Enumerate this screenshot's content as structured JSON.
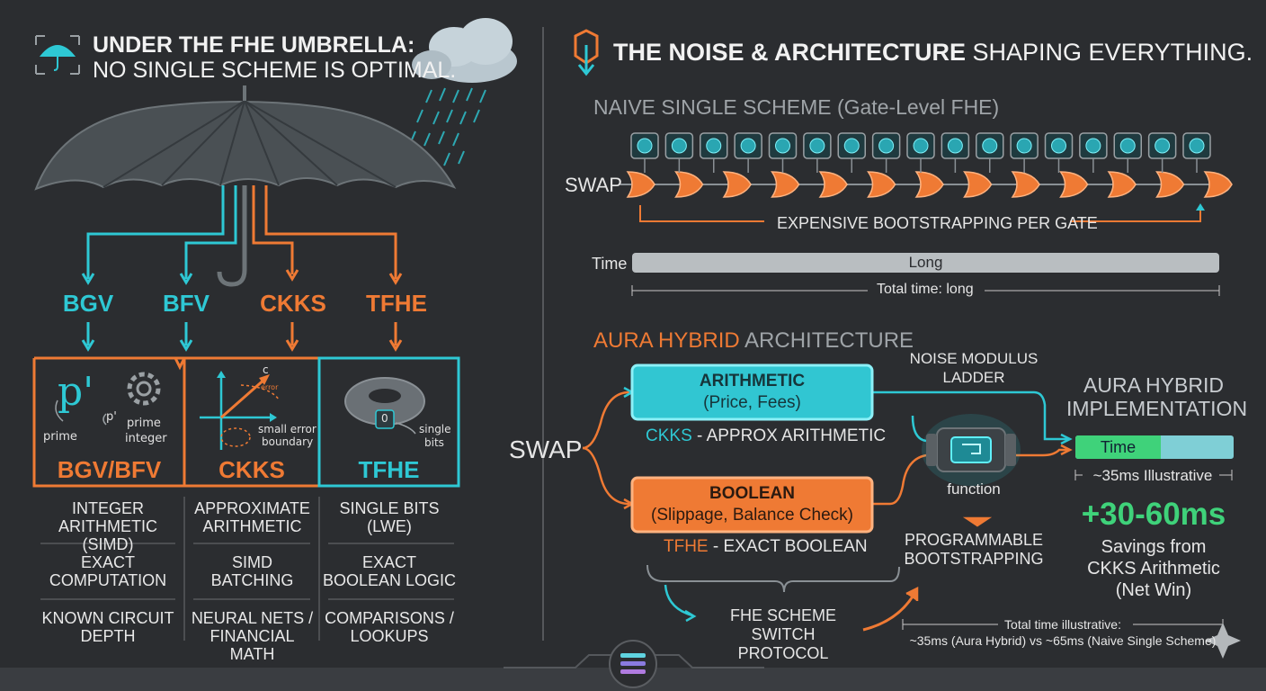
{
  "left": {
    "title_line1": "UNDER THE FHE UMBRELLA:",
    "title_line2": "NO SINGLE SCHEME IS OPTIMAL.",
    "schemes": [
      {
        "name": "BGV",
        "color": "#2ec8d4"
      },
      {
        "name": "BFV",
        "color": "#2ec8d4"
      },
      {
        "name": "CKKS",
        "color": "#ef7a34"
      },
      {
        "name": "TFHE",
        "color": "#ef7a34"
      }
    ],
    "cards": [
      {
        "name": "BGV/BFV",
        "labels": [
          "prime",
          "p'",
          "prime",
          "integer"
        ],
        "glyph": "p'"
      },
      {
        "name": "CKKS",
        "labels": [
          "c",
          "error",
          "small error",
          "boundary"
        ]
      },
      {
        "name": "TFHE",
        "labels": [
          "0",
          "single",
          "bits"
        ]
      }
    ],
    "columns": [
      {
        "rows": [
          [
            "INTEGER ARITHMETIC",
            "(SIMD)"
          ],
          [
            "EXACT",
            "COMPUTATION"
          ],
          [
            "KNOWN CIRCUIT",
            "DEPTH"
          ]
        ]
      },
      {
        "rows": [
          [
            "APPROXIMATE",
            "ARITHMETIC"
          ],
          [
            "SIMD",
            "BATCHING"
          ],
          [
            "NEURAL NETS /",
            "FINANCIAL MATH"
          ]
        ]
      },
      {
        "rows": [
          [
            "SINGLE BITS",
            "(LWE)"
          ],
          [
            "EXACT",
            "BOOLEAN LOGIC"
          ],
          [
            "COMPARISONS /",
            "LOOKUPS"
          ]
        ]
      }
    ]
  },
  "right": {
    "title_bold": "THE NOISE & ARCHITECTURE",
    "title_rest": " SHAPING EVERYTHING.",
    "naive": {
      "heading": "NAIVE SINGLE SCHEME (Gate-Level FHE)",
      "swap": "SWAP",
      "gate_count": 13,
      "chip_count": 17,
      "bootstrap_label": "EXPENSIVE BOOTSTRAPPING PER GATE",
      "time_label": "Time",
      "bar_label": "Long",
      "total": "Total time: long"
    },
    "hybrid": {
      "heading_accent": "AURA HYBRID",
      "heading_rest": " ARCHITECTURE",
      "swap": "SWAP",
      "arith_title": "ARITHMETIC",
      "arith_sub": "(Price, Fees)",
      "arith_caption_accent": "CKKS",
      "arith_caption_rest": " - APPROX ARITHMETIC",
      "bool_title": "BOOLEAN",
      "bool_sub": "(Slippage, Balance Check)",
      "bool_caption_accent": "TFHE",
      "bool_caption_rest": " - EXACT BOOLEAN",
      "ladder_line1": "NOISE MODULUS",
      "ladder_line2": "LADDER",
      "function_label": "function",
      "pbs_line1": "PROGRAMMABLE",
      "pbs_line2": "BOOTSTRAPPING",
      "switch_line1": "FHE SCHEME SWITCH",
      "switch_line2": "PROTOCOL",
      "impl_line1": "AURA HYBRID",
      "impl_line2": "IMPLEMENTATION",
      "impl_bar_label": "Time",
      "impl_bar_fraction": 0.54,
      "illustrative": "~35ms Illustrative",
      "savings_big": "+30-60ms",
      "savings_line1": "Savings from",
      "savings_line2": "CKKS Arithmetic",
      "savings_line3": "(Net Win)",
      "total_line1": "Total time illustrative:",
      "total_line2": "~35ms (Aura Hybrid) vs ~65ms (Naive Single Scheme)"
    }
  },
  "colors": {
    "teal": "#2ec8d4",
    "orange": "#ef7a34",
    "green": "#3fd27a",
    "bg": "#2b2d30"
  }
}
